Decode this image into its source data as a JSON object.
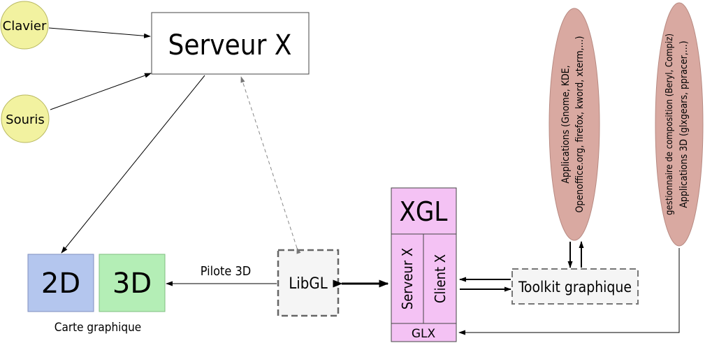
{
  "nodes": {
    "clavier": "Clavier",
    "souris": "Souris",
    "serveur_x": "Serveur X",
    "card_2d": "2D",
    "card_3d": "3D",
    "carte_graphique": "Carte graphique",
    "libgl": "LibGL",
    "xgl": "XGL",
    "xgl_serveur_x": "Serveur X",
    "xgl_client_x": "Client X",
    "glx": "GLX",
    "toolkit": "Toolkit graphique",
    "applications_line1": "Applications (Gnome, KDE,",
    "applications_line2": "Openoffice.org, firefox, kword, xterm,...)",
    "compositing_line1": "gestionnaire de composition (Beryl, Compiz)",
    "compositing_line2": "Applications 3D (glxgears, ppracer,...)"
  },
  "edges": {
    "pilote_3d": "Pilote 3D"
  },
  "colors": {
    "yellow_node": "#f2f2a0",
    "blue_2d": "#b4c6ee",
    "green_3d": "#b4eeb6",
    "pink_xgl": "#f4c2f4",
    "libgl_fill": "#f5f5f5",
    "ellipse_fill": "#d9a9a1"
  }
}
